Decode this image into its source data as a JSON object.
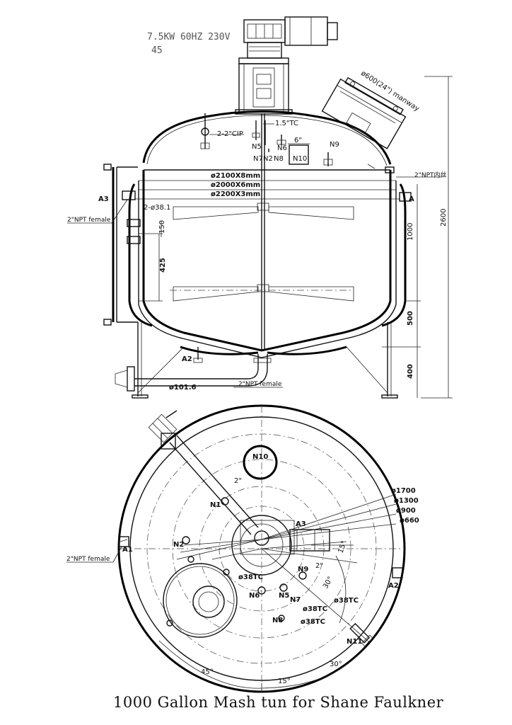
{
  "motor": {
    "line1": "7.5KW 60HZ 230V",
    "line2": "45"
  },
  "elevation": {
    "dims": {
      "d2100": "ø2100X8mm",
      "d2000": "ø2000X6mm",
      "d2200": "ø2200X3mm",
      "h2600": "2600",
      "h1000": "1000",
      "h500": "500",
      "h400": "400",
      "h425": "425",
      "h150": "150",
      "d101": "ø101.6"
    },
    "labels": {
      "tc15": "1.5\"TC",
      "cip": "2-2\"CIP",
      "manway": "ø600(24\") manway",
      "npt_neisi": "2\"NPT内丝",
      "npt_female_left": "2\"NPT female",
      "npt_female_bottom": "2\"NPT female",
      "d38_1": "2-ø38.1",
      "six": "6\"",
      "n5": "N5",
      "n6": "N6",
      "n7": "N7",
      "n2": "N2",
      "n8": "N8",
      "n9": "N9",
      "n10": "N10",
      "a1": "A",
      "a2": "A2",
      "a3": "A3"
    }
  },
  "plan": {
    "dims": {
      "d1700": "ø1700",
      "d1300": "ø1300",
      "d900": "ø900",
      "d660": "ø660",
      "a15a": "15°",
      "a30a": "30°",
      "a45": "45°",
      "a30b": "30°",
      "a15b": "15°"
    },
    "labels": {
      "n10": "N10",
      "n1": "N1",
      "n2": "N2",
      "two_in_a": "2\"",
      "two_in_b": "2\"",
      "a1": "A1",
      "a2": "A2",
      "a3": "A3",
      "npt_female": "2\"NPT female",
      "n9": "N9",
      "n6": "N6",
      "n5": "N5",
      "n7": "N7",
      "n8": "N8",
      "n11": "N11",
      "tc_a": "ø38TC",
      "tc_b": "ø38TC",
      "tc_c": "ø38TC",
      "tc_d": "ø38TC"
    }
  },
  "caption": "1000 Gallon Mash tun for Shane Faulkner"
}
